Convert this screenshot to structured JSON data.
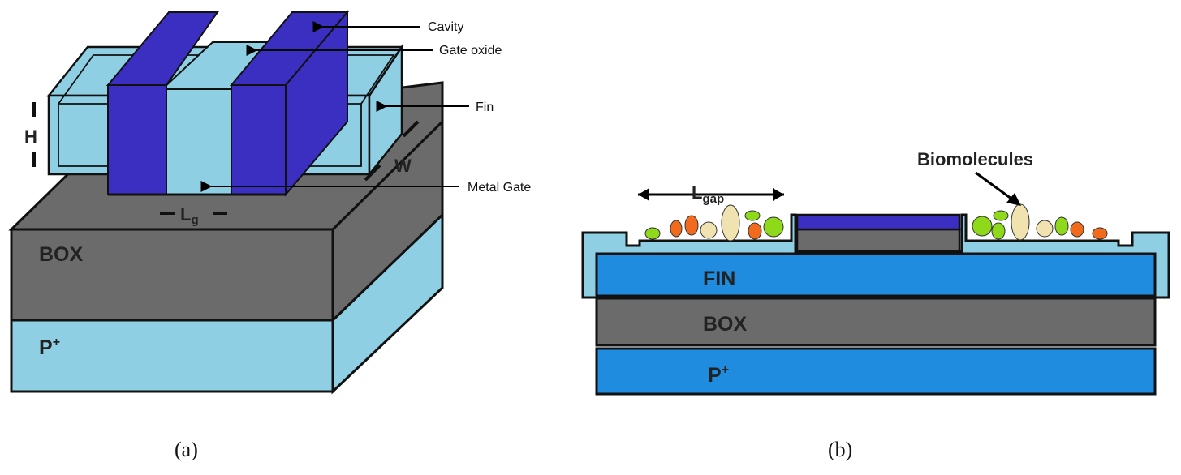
{
  "panel_a": {
    "caption": "(a)",
    "labels": {
      "cavity": "Cavity",
      "gate_oxide": "Gate oxide",
      "fin": "Fin",
      "metal_gate": "Metal Gate",
      "height": "H",
      "width": "W",
      "gate_length_main": "L",
      "gate_length_sub": "g",
      "box": "BOX",
      "substrate_main": "P",
      "substrate_sup": "+"
    }
  },
  "panel_b": {
    "caption": "(b)",
    "labels": {
      "biomolecules": "Biomolecules",
      "gap_main": "L",
      "gap_sub": "gap",
      "fin": "FIN",
      "box": "BOX",
      "substrate_main": "P",
      "substrate_sup": "+"
    }
  },
  "colors": {
    "fin_light": "#8fcfe4",
    "metal_gate": "#3a2fc0",
    "box_gray": "#6b6b6b",
    "fin_blue": "#1f8ce0",
    "molecule_green": "#8ed91a",
    "molecule_orange": "#f26b1d",
    "molecule_beige": "#f0e3b0"
  }
}
